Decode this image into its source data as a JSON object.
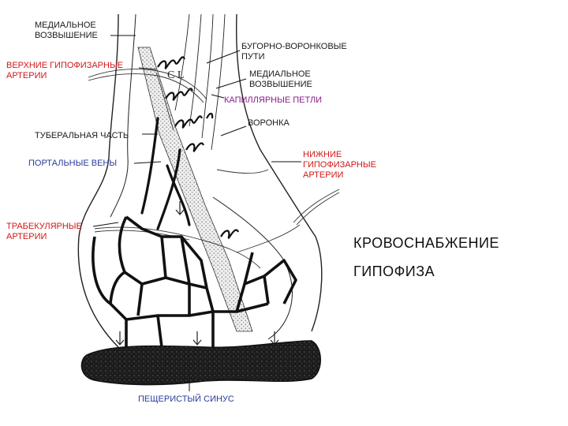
{
  "labels": {
    "medial_eminence_top": "МЕДИАЛЬНОЕ\nВОЗВЫШЕНИЕ",
    "superior_arteries": "ВЕРХНИЕ ГИПОФИЗАРНЫЕ\nАРТЕРИИ",
    "tract": "БУГОРНО-ВОРОНКОВЫЕ\nПУТИ",
    "medial_eminence_right": "МЕДИАЛЬНОЕ\nВОЗВЫШЕНИЕ",
    "capillary_loops": "КАПИЛЛЯРНЫЕ ПЕТЛИ",
    "infundibulum": "ВОРОНКА",
    "tuberal_part": "ТУБЕРАЛЬНАЯ ЧАСТЬ",
    "portal_veins": "ПОРТАЛЬНЫЕ ВЕНЫ",
    "inferior_arteries": "НИЖНИЕ\nГИПОФИЗАРНЫЕ\nАРТЕРИИ",
    "trabecular_arteries": "ТРАБЕКУЛЯРНЫЕ\nАРТЕРИИ",
    "cavernous_sinus": "ПЕЩЕРИСТЫЙ СИНУС",
    "cl_mark": "C L"
  },
  "title": {
    "line1": "КРОВОСНАБЖЕНИЕ",
    "line2": "ГИПОФИЗА"
  },
  "colors": {
    "black_label": "#1a1a1a",
    "red_label": "#d01818",
    "blue_label": "#2a3c9a",
    "purple_label": "#8a1e8a"
  }
}
